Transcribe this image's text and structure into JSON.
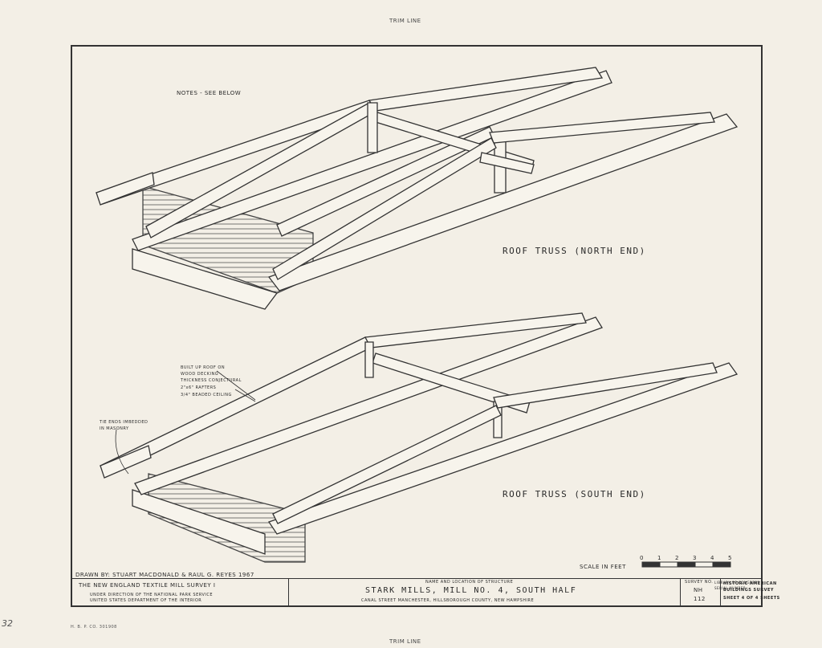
{
  "sheet": {
    "trim_top": "TRIM LINE",
    "trim_bottom": "TRIM LINE",
    "page_mark": "32",
    "printer_code": "H. B. P. CO. 301908"
  },
  "drawing": {
    "notes": "NOTES - SEE BELOW",
    "north_label": "ROOF TRUSS (NORTH END)",
    "south_label": "ROOF TRUSS (SOUTH END)",
    "callouts": {
      "roof_1": "BUILT UP ROOF ON",
      "roof_2": "WOOD DECKING -",
      "roof_3": "THICKNESS CONJECTURAL",
      "roof_4": "2\"x6\" RAFTERS",
      "roof_5": "3/4\" BEADED CEILING",
      "tie_1": "TIE ENDS IMBEDDED",
      "tie_2": "IN MASONRY"
    },
    "scale": {
      "label": "SCALE IN FEET",
      "ticks": [
        "0",
        "1",
        "2",
        "3",
        "4",
        "5"
      ]
    }
  },
  "title_block": {
    "drawn_by": "DRAWN BY: STUART MACDONALD & RAUL G. REYES 1967",
    "survey_name": "THE NEW ENGLAND TEXTILE MILL SURVEY I",
    "direction_1": "UNDER DIRECTION OF THE NATIONAL PARK SERVICE",
    "direction_2": "UNITED STATES DEPARTMENT OF THE INTERIOR",
    "structure_header": "NAME AND LOCATION OF STRUCTURE",
    "structure_name": "STARK MILLS, MILL NO. 4, SOUTH HALF",
    "structure_location": "CANAL STREET   MANCHESTER, HILLSBOROUGH COUNTY,   NEW HAMPSHIRE",
    "survey_no_header": "SURVEY NO.",
    "survey_no": "NH",
    "survey_no_2": "112",
    "habs_1": "HISTORIC AMERICAN",
    "habs_2": "BUILDINGS SURVEY",
    "sheet_of": "SHEET 4 OF 4 SHEETS",
    "loc_1": "LIBRARY OF CONGRESS",
    "loc_2": "SERIAL NUMBER"
  }
}
